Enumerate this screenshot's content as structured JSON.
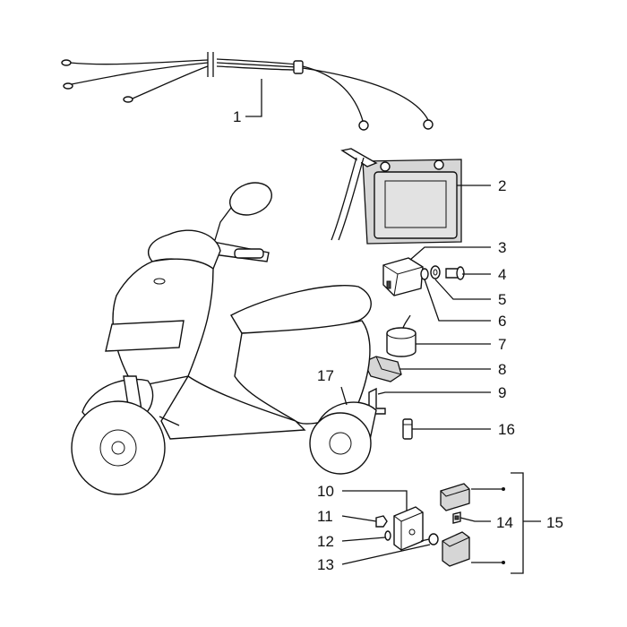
{
  "diagram": {
    "callouts": [
      {
        "num": "1",
        "part": "wiring-harness"
      },
      {
        "num": "2",
        "part": "battery"
      },
      {
        "num": "3",
        "part": "starter-relay"
      },
      {
        "num": "4",
        "part": "screw"
      },
      {
        "num": "5",
        "part": "washer"
      },
      {
        "num": "6",
        "part": "washer"
      },
      {
        "num": "7",
        "part": "horn-unit"
      },
      {
        "num": "8",
        "part": "rubber-mount"
      },
      {
        "num": "9",
        "part": "bracket"
      },
      {
        "num": "10",
        "part": "voltage-regulator"
      },
      {
        "num": "11",
        "part": "nut"
      },
      {
        "num": "12",
        "part": "washer"
      },
      {
        "num": "13",
        "part": "screw"
      },
      {
        "num": "14",
        "part": "fuse"
      },
      {
        "num": "15",
        "part": "fuse-holder-set"
      },
      {
        "num": "16",
        "part": "connector"
      },
      {
        "num": "17",
        "part": "screw"
      }
    ]
  }
}
